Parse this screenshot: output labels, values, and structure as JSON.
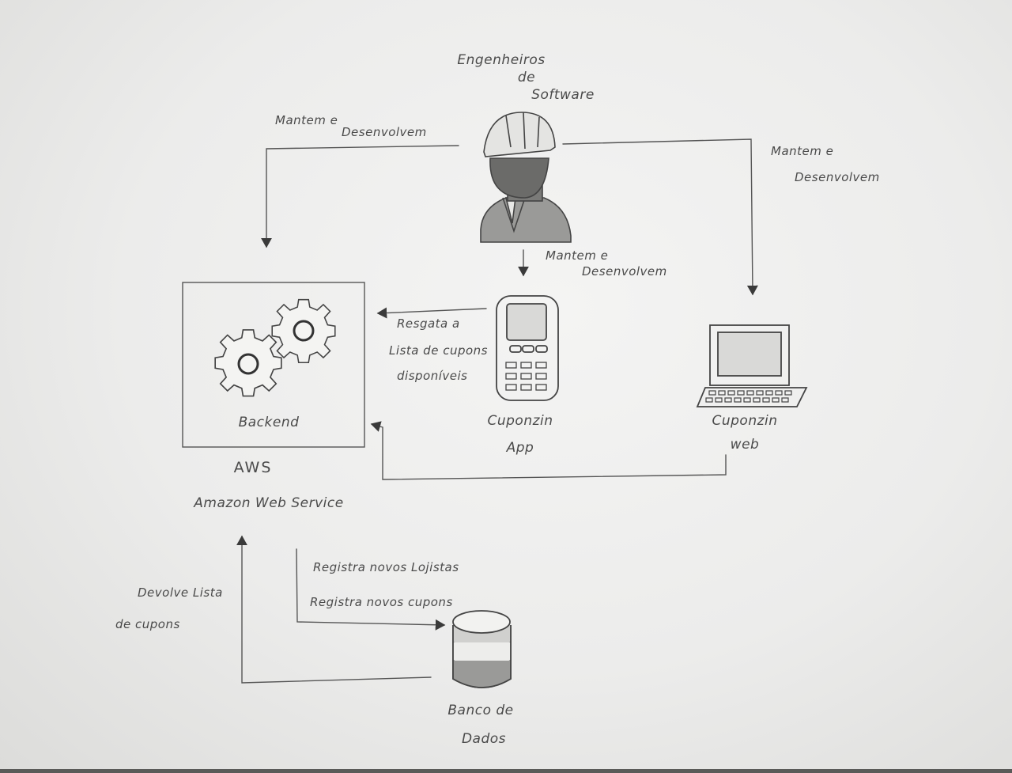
{
  "actors": {
    "engineers": {
      "line1": "Engenheiros",
      "line2": "de",
      "line3": "Software",
      "icon": "engineer-icon"
    }
  },
  "nodes": {
    "backend": {
      "label": "Backend",
      "icon": "gears-icon"
    },
    "aws": {
      "title": "AWS",
      "subtitle": "Amazon Web Service"
    },
    "app": {
      "line1": "Cuponzin",
      "line2": "App",
      "icon": "phone-icon"
    },
    "web": {
      "line1": "Cuponzin",
      "line2": "web",
      "icon": "computer-icon"
    },
    "db": {
      "line1": "Banco de",
      "line2": "Dados",
      "icon": "database-icon"
    }
  },
  "edges": {
    "eng_to_backend": {
      "line1": "Mantem e",
      "line2": "Desenvolvem"
    },
    "eng_to_web": {
      "line1": "Mantem e",
      "line2": "Desenvolvem"
    },
    "eng_to_app": {
      "line1": "Mantem e",
      "line2": "Desenvolvem"
    },
    "app_to_backend": {
      "line1": "Resgata a",
      "line2": "Lista de cupons",
      "line3": "disponíveis"
    },
    "backend_to_db": {
      "line1": "Registra novos Lojistas",
      "line2": "Registra novos cupons"
    },
    "db_to_backend": {
      "line1": "Devolve Lista",
      "line2": "de cupons"
    }
  }
}
